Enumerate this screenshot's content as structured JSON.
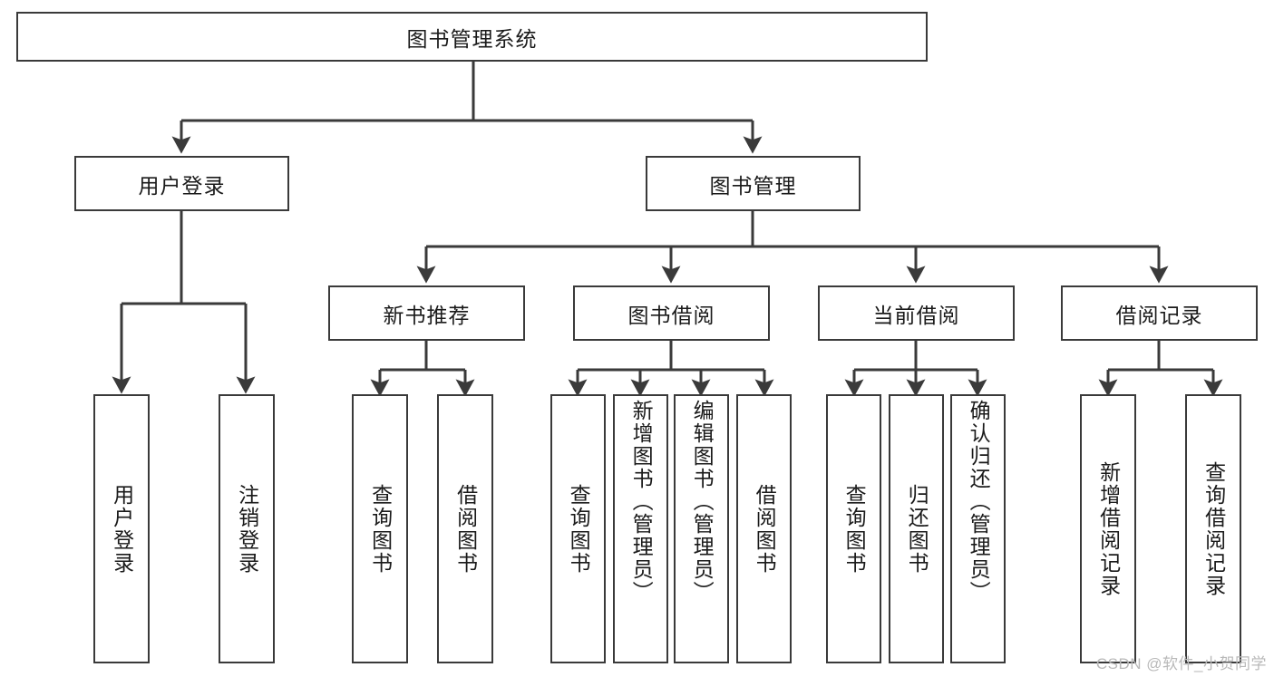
{
  "diagram": {
    "title": "图书管理系统",
    "type": "tree",
    "watermark": "CSDN @软件_小贺同学",
    "colors": {
      "stroke": "#3a3a3a",
      "fill": "#ffffff",
      "text": "#1a1a1a",
      "watermark": "#b9b9b9"
    },
    "levels": {
      "root": {
        "label": "图书管理系统"
      },
      "level2": [
        {
          "label": "用户登录"
        },
        {
          "label": "图书管理"
        }
      ],
      "level3": [
        {
          "label": "新书推荐"
        },
        {
          "label": "图书借阅"
        },
        {
          "label": "当前借阅"
        },
        {
          "label": "借阅记录"
        }
      ],
      "leaves": [
        {
          "label": "用户登录",
          "parent": "用户登录"
        },
        {
          "label": "注销登录",
          "parent": "用户登录"
        },
        {
          "label": "查询图书",
          "parent": "新书推荐"
        },
        {
          "label": "借阅图书",
          "parent": "新书推荐"
        },
        {
          "label": "查询图书",
          "parent": "图书借阅"
        },
        {
          "label": "新增图书（管理员）",
          "parent": "图书借阅"
        },
        {
          "label": "编辑图书（管理员）",
          "parent": "图书借阅"
        },
        {
          "label": "借阅图书",
          "parent": "图书借阅"
        },
        {
          "label": "查询图书",
          "parent": "当前借阅"
        },
        {
          "label": "归还图书",
          "parent": "当前借阅"
        },
        {
          "label": "确认归还（管理员）",
          "parent": "当前借阅"
        },
        {
          "label": "新增借阅记录",
          "parent": "借阅记录"
        },
        {
          "label": "查询借阅记录",
          "parent": "借阅记录"
        }
      ]
    }
  }
}
